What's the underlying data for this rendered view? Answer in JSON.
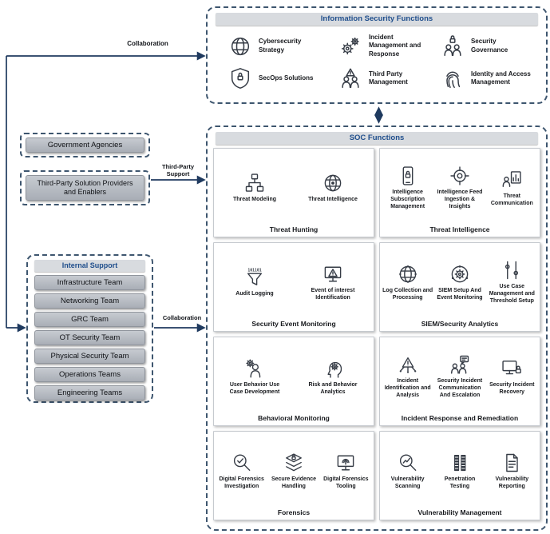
{
  "colors": {
    "title_color": "#1f4e8c",
    "border_color": "#3e566f",
    "line_color": "#1f3a5f",
    "icon_color": "#363c46",
    "bar_gray": "#adb2b9",
    "header_gray": "#d8dbdf"
  },
  "arrows": {
    "collaboration_top": "Collaboration",
    "third_party_support": "Third-Party Support",
    "collaboration_bottom": "Collaboration"
  },
  "info_security": {
    "title": "Information Security Functions",
    "items": [
      {
        "label": "Cybersecurity Strategy",
        "icon": "globe-icon"
      },
      {
        "label": "Incident Management and Response",
        "icon": "gears-icon"
      },
      {
        "label": "Security Governance",
        "icon": "people-lock-icon"
      },
      {
        "label": "SecOps Solutions",
        "icon": "shield-lock-icon"
      },
      {
        "label": "Third Party Management",
        "icon": "people-warning-icon"
      },
      {
        "label": "Identity and Access Management",
        "icon": "fingerprint-icon"
      }
    ]
  },
  "external_entities": [
    {
      "label": "Government Agencies"
    },
    {
      "label": "Third-Party Solution Providers and Enablers"
    }
  ],
  "internal_support": {
    "title": "Internal Support",
    "teams": [
      "Infrastructure Team",
      "Networking Team",
      "GRC Team",
      "OT Security Team",
      "Physical Security Team",
      "Operations Teams",
      "Engineering Teams"
    ]
  },
  "soc": {
    "title": "SOC Functions",
    "cards": [
      {
        "title": "Threat Hunting",
        "items": [
          {
            "label": "Threat Modeling",
            "icon": "flowchart-person-icon"
          },
          {
            "label": "Threat Intelligence",
            "icon": "globe-target-icon"
          }
        ]
      },
      {
        "title": "Threat Intelligence",
        "items": [
          {
            "label": "Intelligence Subscription Management",
            "icon": "phone-lock-icon"
          },
          {
            "label": "Intelligence Feed Ingestion & Insights",
            "icon": "crosshair-icon"
          },
          {
            "label": "Threat Communication",
            "icon": "person-chart-icon"
          }
        ]
      },
      {
        "title": "Security Event Monitoring",
        "items": [
          {
            "label": "Audit Logging",
            "icon": "funnel-binary-icon"
          },
          {
            "label": "Event of interest Identification",
            "icon": "monitor-warning-icon"
          }
        ]
      },
      {
        "title": "SIEM/Security Analytics",
        "items": [
          {
            "label": "Log Collection and Processing",
            "icon": "globe-network-icon"
          },
          {
            "label": "SIEM Setup And Event Monitoring",
            "icon": "gear-globe-icon"
          },
          {
            "label": "Use Case Management and Threshold Setup",
            "icon": "sliders-icon"
          }
        ]
      },
      {
        "title": "Behavioral Monitoring",
        "items": [
          {
            "label": "User Behavior Use Case Development",
            "icon": "person-gear-icon"
          },
          {
            "label": "Risk and Behavior Analytics",
            "icon": "head-gears-icon"
          }
        ]
      },
      {
        "title": "Incident Response and Remediation",
        "items": [
          {
            "label": "Incident Identification and Analysis",
            "icon": "warning-network-icon"
          },
          {
            "label": "Security Incident Communication And Escalation",
            "icon": "people-chat-icon"
          },
          {
            "label": "Security Incident Recovery",
            "icon": "laptop-lock-icon"
          }
        ]
      },
      {
        "title": "Forensics",
        "items": [
          {
            "label": "Digital Forensics Investigation",
            "icon": "magnifier-check-icon"
          },
          {
            "label": "Secure Evidence Handling",
            "icon": "shield-stack-icon"
          },
          {
            "label": "Digital Forensics Tooling",
            "icon": "monitor-fingerprint-icon"
          }
        ]
      },
      {
        "title": "Vulnerability Management",
        "items": [
          {
            "label": "Vulnerability Scanning",
            "icon": "magnifier-chart-icon"
          },
          {
            "label": "Penetration Testing",
            "icon": "binary-blocks-icon"
          },
          {
            "label": "Vulnerability Reporting",
            "icon": "report-doc-icon"
          }
        ]
      }
    ]
  }
}
